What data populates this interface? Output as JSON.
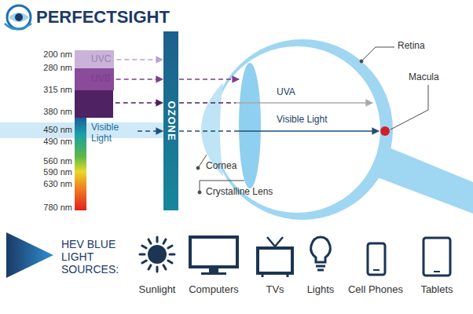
{
  "diagram": {
    "nodes": [
      {
        "text": [
          "UVC"
        ]
      },
      {
        "text": [
          "UVB"
        ]
      },
      {
        "text": [
          "UVA"
        ]
      },
      {
        "text": [
          "Visible Light"
        ]
      },
      {
        "text": [
          "OZONE"
        ]
      }
    ],
    "edges": [
      {
        "from": 0,
        "to": 4,
        "arrow": "to"
      },
      {
        "from": 1,
        "to": 4,
        "arrow": "to"
      },
      {
        "from": 2,
        "to": 4,
        "arrow": "to"
      },
      {
        "from": 3,
        "to": 4,
        "arrow": "to"
      }
    ],
    "labels": [
      "PERFECTSIGHT",
      "200 nm",
      "280 nm",
      "315 nm",
      "380 nm",
      "450 nm",
      "490 nm",
      "560 nm",
      "590 nm",
      "630 nm",
      "780 nm",
      "UVA",
      "Visible Light",
      "Retina",
      "Macula",
      "Cornea",
      "Crystalline Lens",
      "HEV BLUE LIGHT SOURCES:",
      "Sunlight",
      "Computers",
      "TVs",
      "Lights",
      "Cell Phones",
      "Tablets"
    ]
  }
}
